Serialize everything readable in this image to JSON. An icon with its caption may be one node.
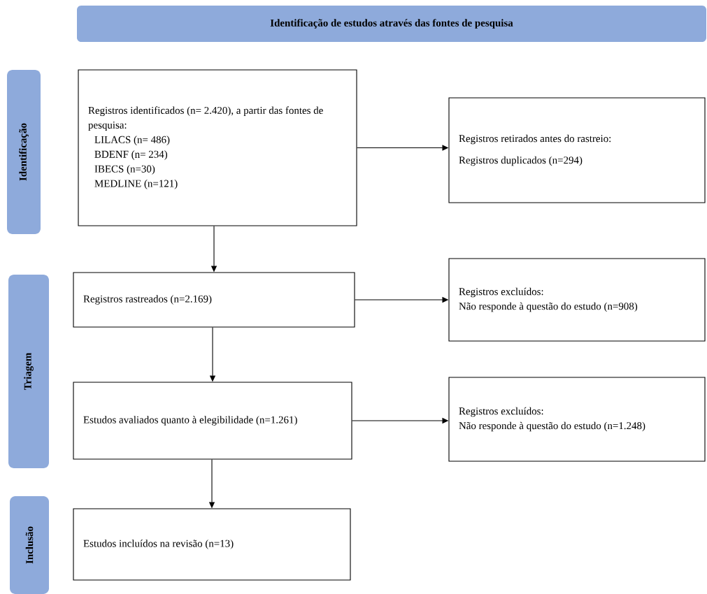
{
  "diagram": {
    "nodes": [
      {
        "text": [
          "Identificação de estudos através das fontes de pesquisa"
        ]
      },
      {
        "text": [
          "Identificação"
        ]
      },
      {
        "text": [
          "Registros identificados (n= 2.420), a partir das fontes de pesquisa:",
          "LILACS (n= 486)",
          "BDENF (n= 234)",
          "IBECS (n=30)",
          "MEDLINE (n=121)"
        ]
      },
      {
        "text": [
          "Registros retirados antes do rastreio:",
          "Registros duplicados (n=294)"
        ]
      },
      {
        "text": [
          "Triagem"
        ]
      },
      {
        "text": [
          "Registros rastreados (n=2.169)"
        ]
      },
      {
        "text": [
          "Registros excluídos:",
          "Não responde à questão do estudo (n=908)"
        ]
      },
      {
        "text": [
          "Estudos avaliados quanto à elegibilidade (n=1.261)"
        ]
      },
      {
        "text": [
          "Registros excluídos:",
          "Não responde à questão do estudo (n=1.248)"
        ]
      },
      {
        "text": [
          "Inclusão"
        ]
      },
      {
        "text": [
          "Estudos incluídos na revisão (n=13)"
        ]
      }
    ],
    "edges": [
      {
        "from": 2,
        "to": 3,
        "arrow": "to"
      },
      {
        "from": 2,
        "to": 5,
        "arrow": "to"
      },
      {
        "from": 5,
        "to": 6,
        "arrow": "to"
      },
      {
        "from": 5,
        "to": 7,
        "arrow": "to"
      },
      {
        "from": 7,
        "to": 8,
        "arrow": "to"
      },
      {
        "from": 7,
        "to": 10,
        "arrow": "to"
      }
    ]
  }
}
